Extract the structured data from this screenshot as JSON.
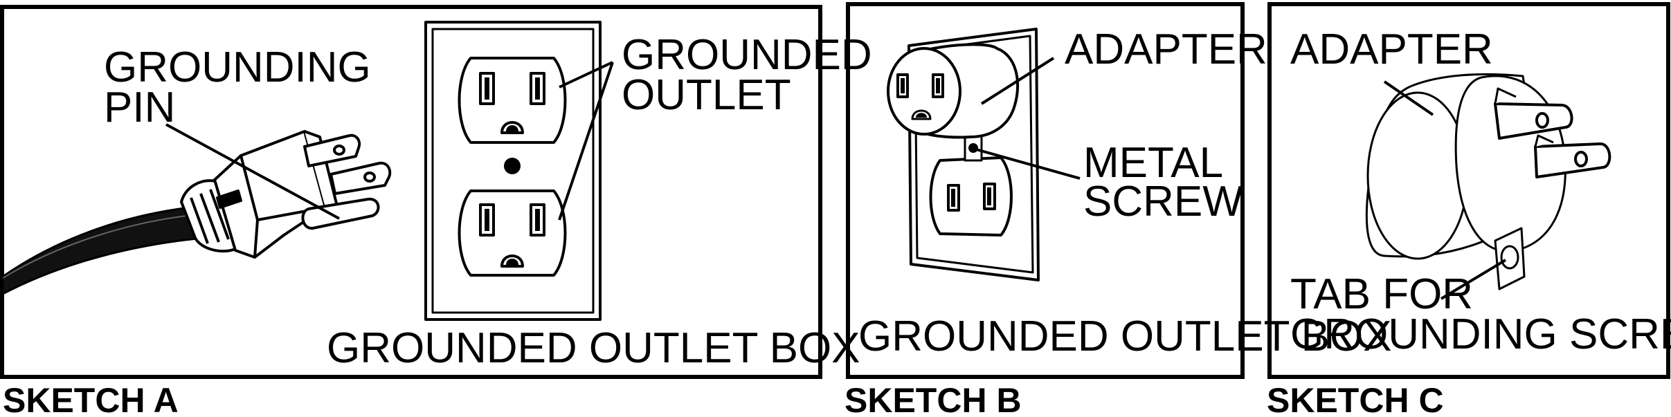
{
  "panels": {
    "a": {
      "caption": "SKETCH A",
      "labels": {
        "grounding_pin_line1": "GROUNDING",
        "grounding_pin_line2": "PIN",
        "grounded_outlet_line1": "GROUNDED",
        "grounded_outlet_line2": "OUTLET",
        "outlet_box": "GROUNDED OUTLET BOX"
      }
    },
    "b": {
      "caption": "SKETCH B",
      "labels": {
        "adapter": "ADAPTER",
        "metal_screw_line1": "METAL",
        "metal_screw_line2": "SCREW",
        "outlet_box": "GROUNDED OUTLET BOX"
      }
    },
    "c": {
      "caption": "SKETCH C",
      "labels": {
        "adapter": "ADAPTER",
        "tab_line1": "TAB FOR",
        "tab_line2": "GROUNDING SCREW"
      }
    }
  },
  "colors": {
    "ink": "#000000",
    "paper": "#ffffff",
    "cord": "#111111"
  }
}
